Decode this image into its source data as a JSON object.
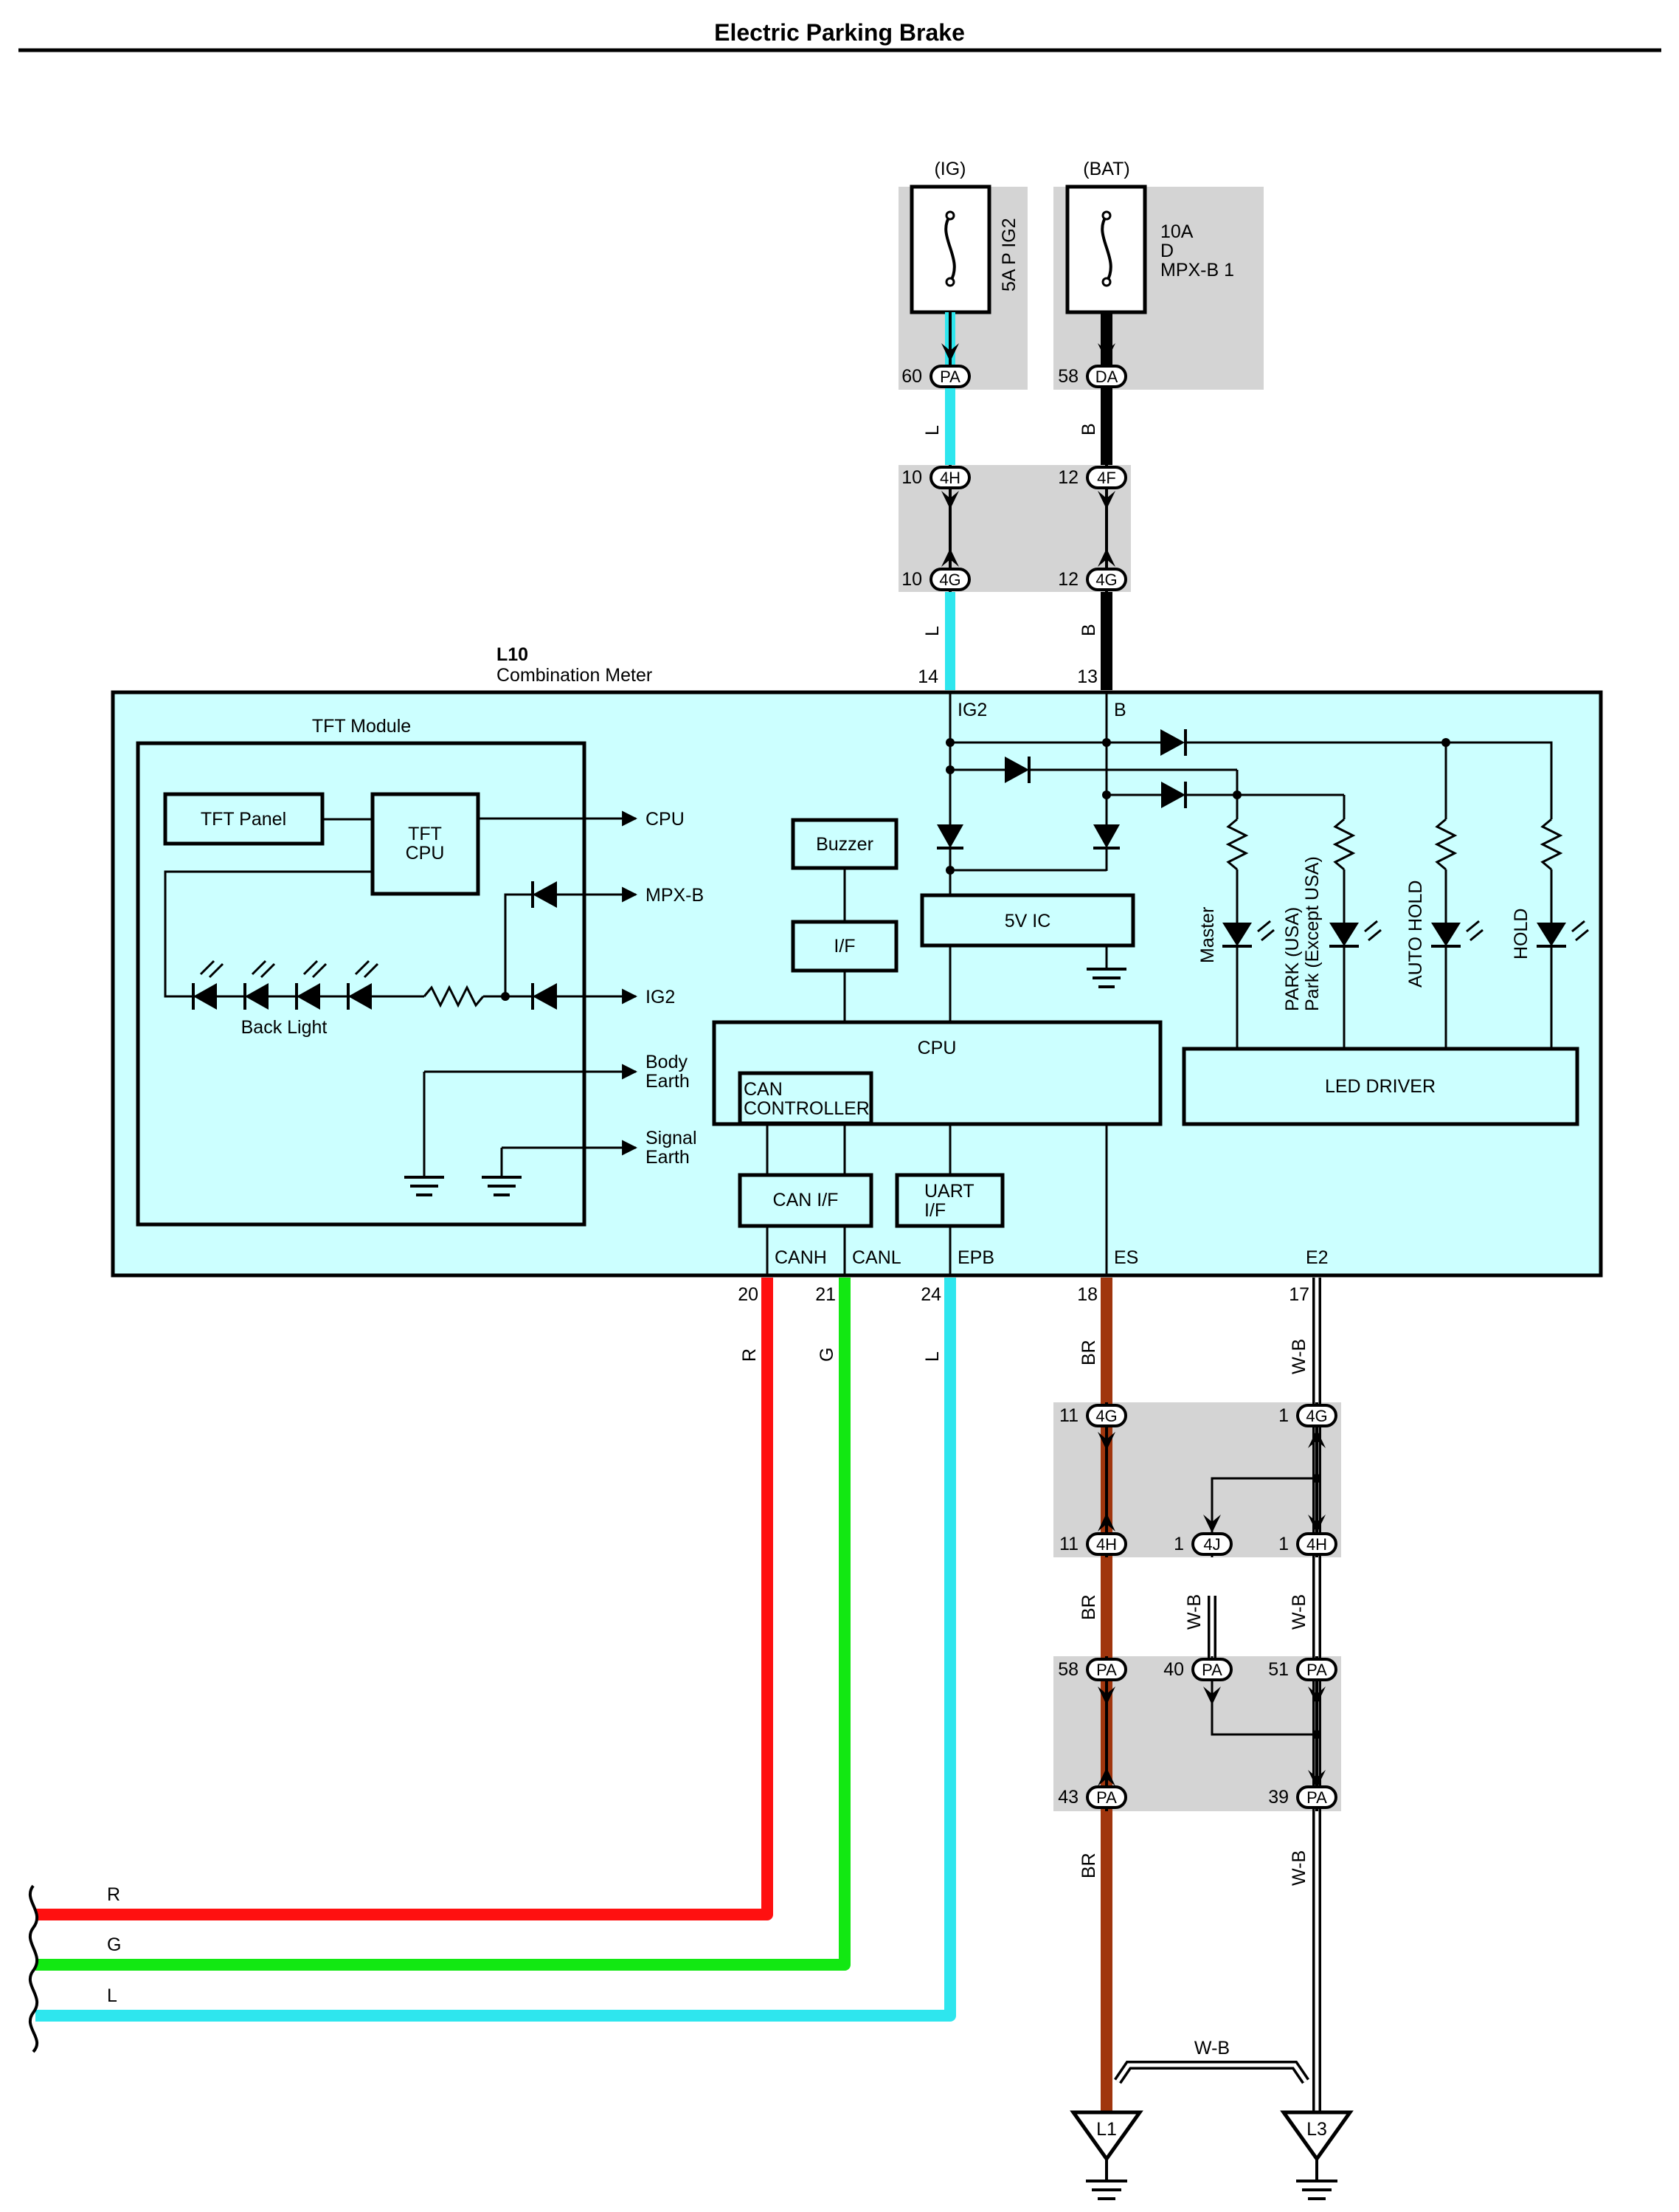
{
  "title": "Electric Parking Brake",
  "fuses": [
    {
      "supply": "(IG)",
      "name": "5A P IG2"
    },
    {
      "supply": "(BAT)",
      "name": [
        "10A",
        "D",
        "MPX-B 1"
      ]
    }
  ],
  "fuse_connectors": [
    {
      "pin": "60",
      "code": "PA"
    },
    {
      "pin": "58",
      "code": "DA"
    }
  ],
  "junction_top": [
    {
      "pin": "10",
      "code": "4H"
    },
    {
      "pin": "12",
      "code": "4F"
    },
    {
      "pin": "10",
      "code": "4G"
    },
    {
      "pin": "12",
      "code": "4G"
    }
  ],
  "wire_colors_top": {
    "ig": "L",
    "bat": "B"
  },
  "meter": {
    "id": "L10",
    "name": "Combination Meter",
    "pins_top": [
      {
        "pin": "14",
        "label": "IG2"
      },
      {
        "pin": "13",
        "label": "B"
      }
    ],
    "pins_bottom": [
      {
        "pin": "20",
        "label": "CANH",
        "color": "R"
      },
      {
        "pin": "21",
        "label": "CANL",
        "color": "G"
      },
      {
        "pin": "24",
        "label": "EPB",
        "color": "L"
      },
      {
        "pin": "18",
        "label": "ES",
        "color": "BR"
      },
      {
        "pin": "17",
        "label": "E2",
        "color": "W-B"
      }
    ]
  },
  "tft": {
    "title": "TFT Module",
    "panel": "TFT Panel",
    "cpu": [
      "TFT",
      "CPU"
    ],
    "backlight": "Back Light",
    "outputs": [
      "CPU",
      "MPX-B",
      "IG2",
      [
        "Body",
        "Earth"
      ],
      [
        "Signal",
        "Earth"
      ]
    ]
  },
  "blocks": {
    "buzzer": "Buzzer",
    "if": "I/F",
    "ic5v": "5V IC",
    "cpu": "CPU",
    "can_controller": [
      "CAN",
      "CONTROLLER"
    ],
    "can_if": "CAN I/F",
    "uart_if": [
      "UART",
      "I/F"
    ],
    "led_driver": "LED DRIVER"
  },
  "leds": [
    "Master",
    [
      "PARK (USA)",
      "Park (Except USA)"
    ],
    "AUTO HOLD",
    "HOLD"
  ],
  "lower_connectors": {
    "row1": [
      {
        "pin": "11",
        "code": "4G"
      },
      {
        "pin": "1",
        "code": "4G"
      }
    ],
    "row2": [
      {
        "pin": "11",
        "code": "4H"
      },
      {
        "pin": "1",
        "code": "4J"
      },
      {
        "pin": "1",
        "code": "4H"
      }
    ],
    "row3": [
      {
        "pin": "58",
        "code": "PA"
      },
      {
        "pin": "40",
        "code": "PA"
      },
      {
        "pin": "51",
        "code": "PA"
      }
    ],
    "row4": [
      {
        "pin": "43",
        "code": "PA"
      },
      {
        "pin": "39",
        "code": "PA"
      }
    ]
  },
  "lower_wire_labels": {
    "br": "BR",
    "wb": "W-B"
  },
  "bus_lines": [
    "R",
    "G",
    "L"
  ],
  "grounds": [
    "L1",
    "L3"
  ],
  "colors": {
    "R": "#ff1010",
    "G": "#12e812",
    "L": "#2ee6ee",
    "B": "#000000",
    "BR": "#a0360e",
    "meter_fill": "#ccffff",
    "junction_fill": "#d4d4d4"
  }
}
